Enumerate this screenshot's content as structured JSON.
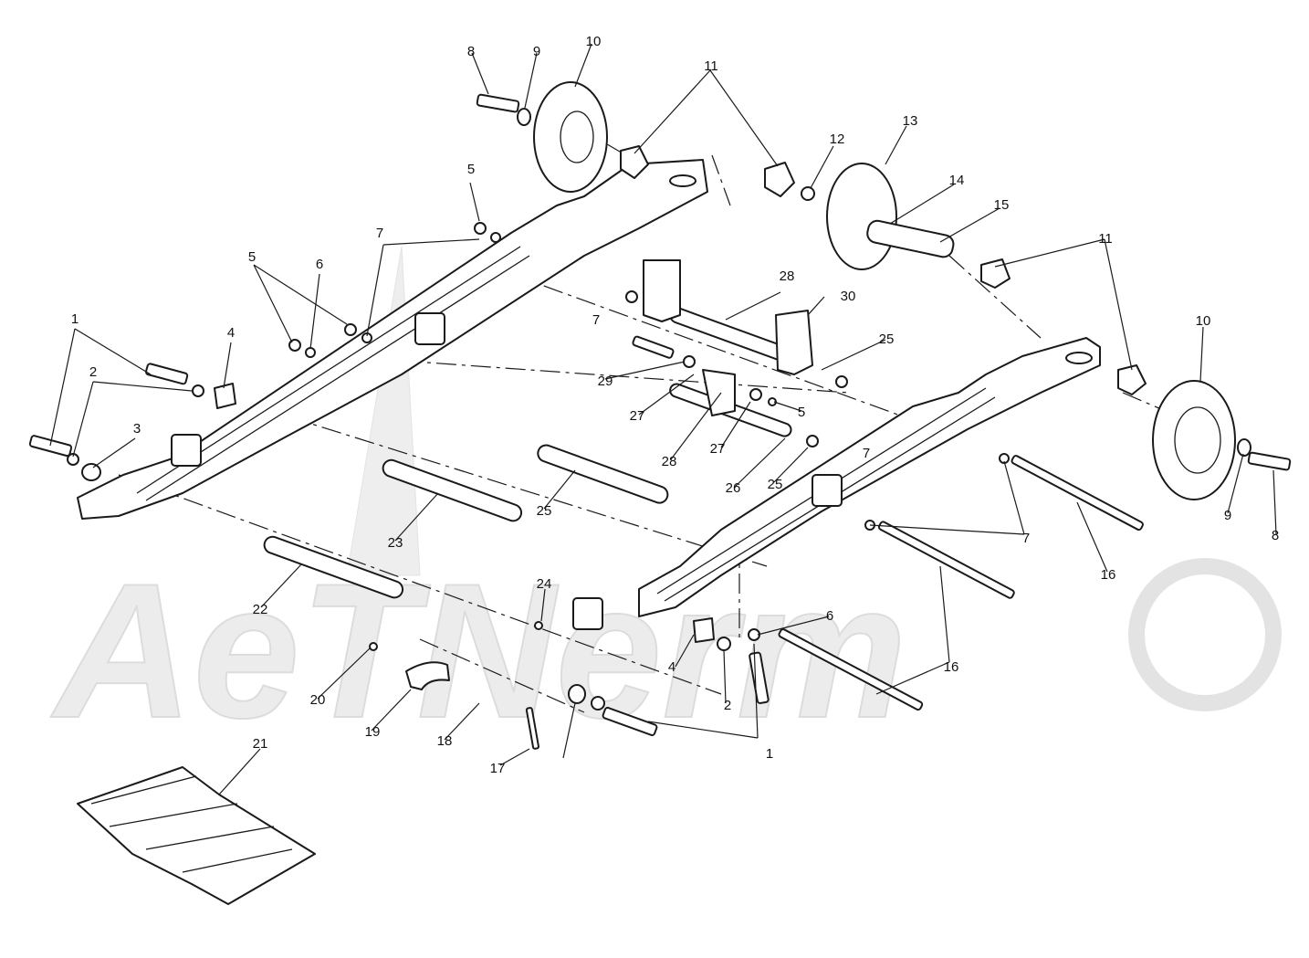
{
  "watermark": {
    "text": "AeTNerm",
    "fill": "#ececec"
  },
  "colors": {
    "line": "#1a1a1a",
    "background": "#ffffff"
  },
  "callouts": [
    {
      "id": "1",
      "label": "1"
    },
    {
      "id": "1b",
      "label": "1"
    },
    {
      "id": "2",
      "label": "2"
    },
    {
      "id": "2b",
      "label": "2"
    },
    {
      "id": "3",
      "label": "3"
    },
    {
      "id": "4",
      "label": "4"
    },
    {
      "id": "4b",
      "label": "4"
    },
    {
      "id": "5",
      "label": "5"
    },
    {
      "id": "5b",
      "label": "5"
    },
    {
      "id": "5c",
      "label": "5"
    },
    {
      "id": "6",
      "label": "6"
    },
    {
      "id": "6b",
      "label": "6"
    },
    {
      "id": "7",
      "label": "7"
    },
    {
      "id": "7b",
      "label": "7"
    },
    {
      "id": "7c",
      "label": "7"
    },
    {
      "id": "7d",
      "label": "7"
    },
    {
      "id": "8",
      "label": "8"
    },
    {
      "id": "8b",
      "label": "8"
    },
    {
      "id": "9",
      "label": "9"
    },
    {
      "id": "9b",
      "label": "9"
    },
    {
      "id": "10",
      "label": "10"
    },
    {
      "id": "10b",
      "label": "10"
    },
    {
      "id": "11",
      "label": "11"
    },
    {
      "id": "11b",
      "label": "11"
    },
    {
      "id": "12",
      "label": "12"
    },
    {
      "id": "13",
      "label": "13"
    },
    {
      "id": "14",
      "label": "14"
    },
    {
      "id": "15",
      "label": "15"
    },
    {
      "id": "16",
      "label": "16"
    },
    {
      "id": "16b",
      "label": "16"
    },
    {
      "id": "17",
      "label": "17"
    },
    {
      "id": "18",
      "label": "18"
    },
    {
      "id": "19",
      "label": "19"
    },
    {
      "id": "20",
      "label": "20"
    },
    {
      "id": "21",
      "label": "21"
    },
    {
      "id": "22",
      "label": "22"
    },
    {
      "id": "23",
      "label": "23"
    },
    {
      "id": "24",
      "label": "24"
    },
    {
      "id": "25",
      "label": "25"
    },
    {
      "id": "25b",
      "label": "25"
    },
    {
      "id": "25c",
      "label": "25"
    },
    {
      "id": "26",
      "label": "26"
    },
    {
      "id": "27",
      "label": "27"
    },
    {
      "id": "27b",
      "label": "27"
    },
    {
      "id": "28",
      "label": "28"
    },
    {
      "id": "28b",
      "label": "28"
    },
    {
      "id": "29",
      "label": "29"
    },
    {
      "id": "30",
      "label": "30"
    }
  ]
}
